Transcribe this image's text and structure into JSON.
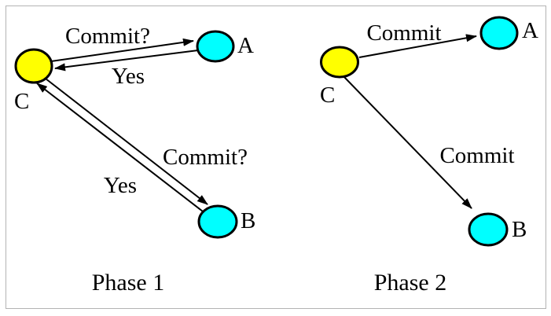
{
  "colors": {
    "coordinator_fill": "#ffff00",
    "participant_fill": "#00ffff",
    "edge_color": "#000000",
    "frame_border": "#b3b3b3"
  },
  "phase1": {
    "caption": "Phase 1",
    "coordinator_label": "C",
    "participant_a_label": "A",
    "participant_b_label": "B",
    "edge_c_to_a_label": "Commit?",
    "edge_a_to_c_label": "Yes",
    "edge_c_to_b_label": "Commit?",
    "edge_b_to_c_label": "Yes"
  },
  "phase2": {
    "caption": "Phase 2",
    "coordinator_label": "C",
    "participant_a_label": "A",
    "participant_b_label": "B",
    "edge_c_to_a_label": "Commit",
    "edge_c_to_b_label": "Commit"
  }
}
